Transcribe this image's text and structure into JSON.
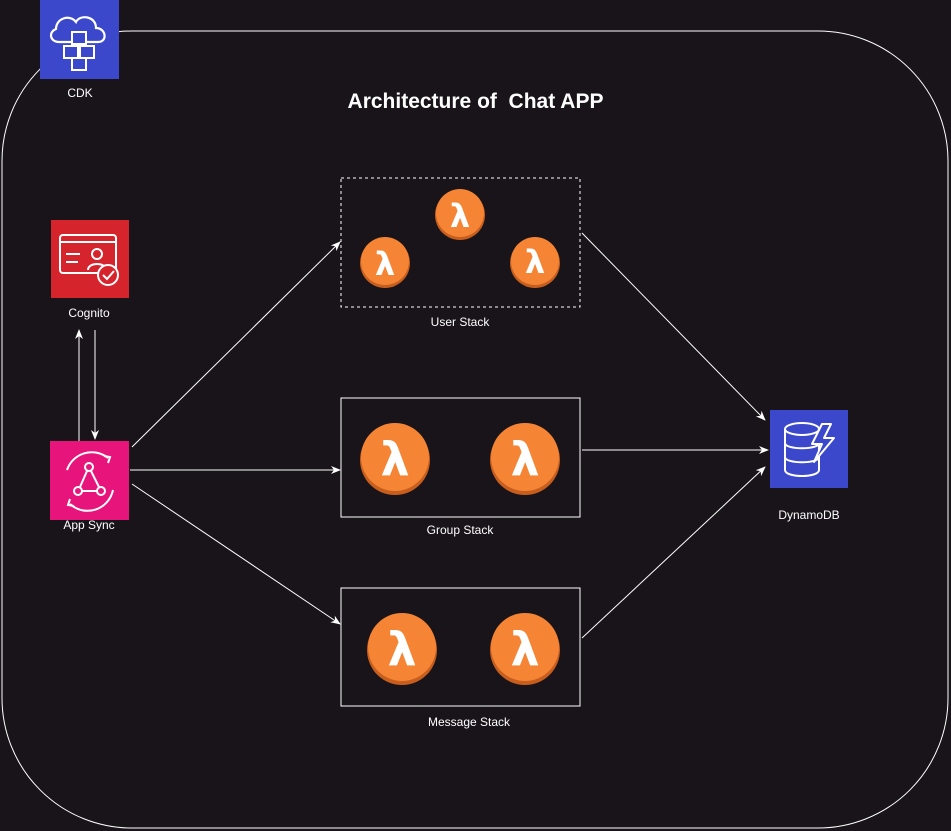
{
  "diagram": {
    "title": "Architecture of  Chat APP",
    "colors": {
      "background": "#18141a",
      "line": "#ffffff",
      "cdk": "#3b48cc",
      "cognito": "#d6242d",
      "appsync": "#e7157b",
      "dynamodb": "#3b48cc",
      "lambda": "#f58534"
    },
    "services": {
      "cdk": {
        "label": "CDK",
        "icon": "cloud-boxes-icon"
      },
      "cognito": {
        "label": "Cognito",
        "icon": "identity-card-icon"
      },
      "appsync": {
        "label": "App Sync",
        "icon": "graph-sync-icon"
      },
      "dynamodb": {
        "label": "DynamoDB",
        "icon": "database-lightning-icon"
      }
    },
    "stacks": {
      "user": {
        "label": "User Stack",
        "lambda_count": 3
      },
      "group": {
        "label": "Group Stack",
        "lambda_count": 2
      },
      "message": {
        "label": "Message Stack",
        "lambda_count": 2
      }
    },
    "lambda_glyph": "λ"
  }
}
